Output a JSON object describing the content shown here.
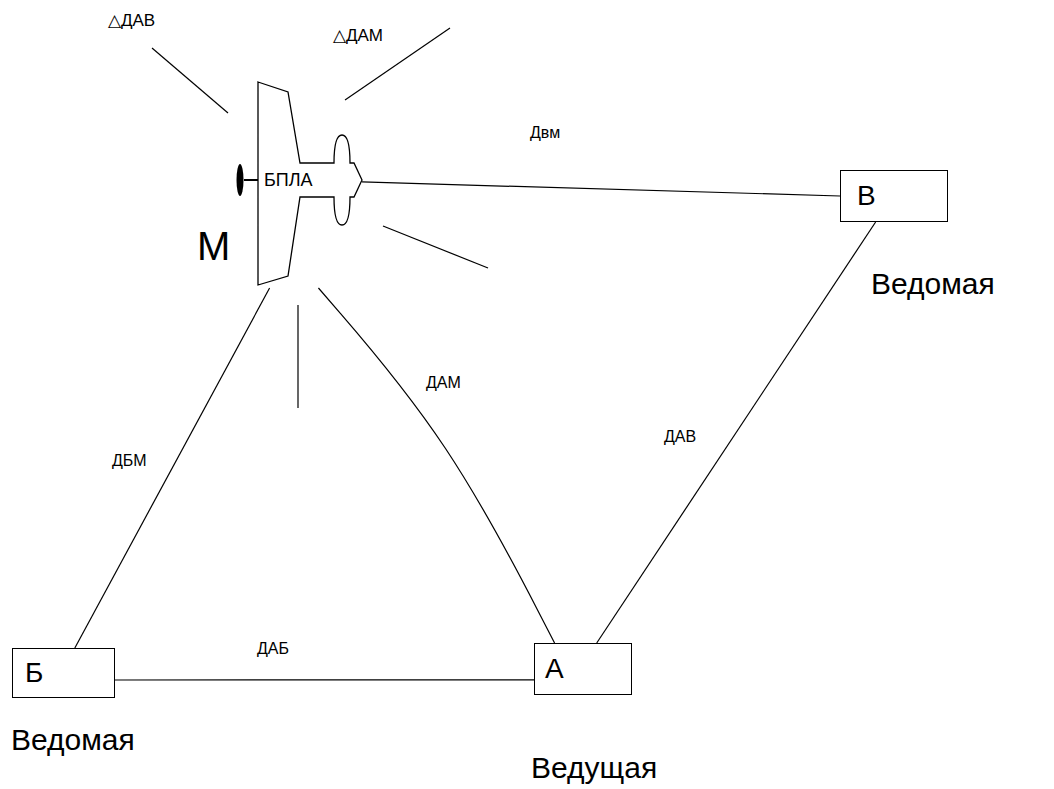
{
  "diagram": {
    "nodes": [
      {
        "text": [
          "БПЛА",
          "М"
        ]
      },
      {
        "text": [
          "В",
          "Ведомая"
        ]
      },
      {
        "text": [
          "Б",
          "Ведомая"
        ]
      },
      {
        "text": [
          "А",
          "Ведущая"
        ]
      }
    ],
    "edges": [
      {
        "from": 3,
        "to": 2,
        "arrow": "none",
        "label": "ДАБ"
      },
      {
        "from": 3,
        "to": 1,
        "arrow": "none",
        "label": "ДАВ"
      },
      {
        "from": 1,
        "to": 0,
        "arrow": "none",
        "label": "Двм"
      },
      {
        "from": 2,
        "to": 0,
        "arrow": "none",
        "label": "ДБМ"
      },
      {
        "from": 3,
        "to": 0,
        "arrow": "none",
        "label": "ДАМ"
      }
    ],
    "labels": [
      "△ДАВ",
      "△ДАМ"
    ]
  }
}
